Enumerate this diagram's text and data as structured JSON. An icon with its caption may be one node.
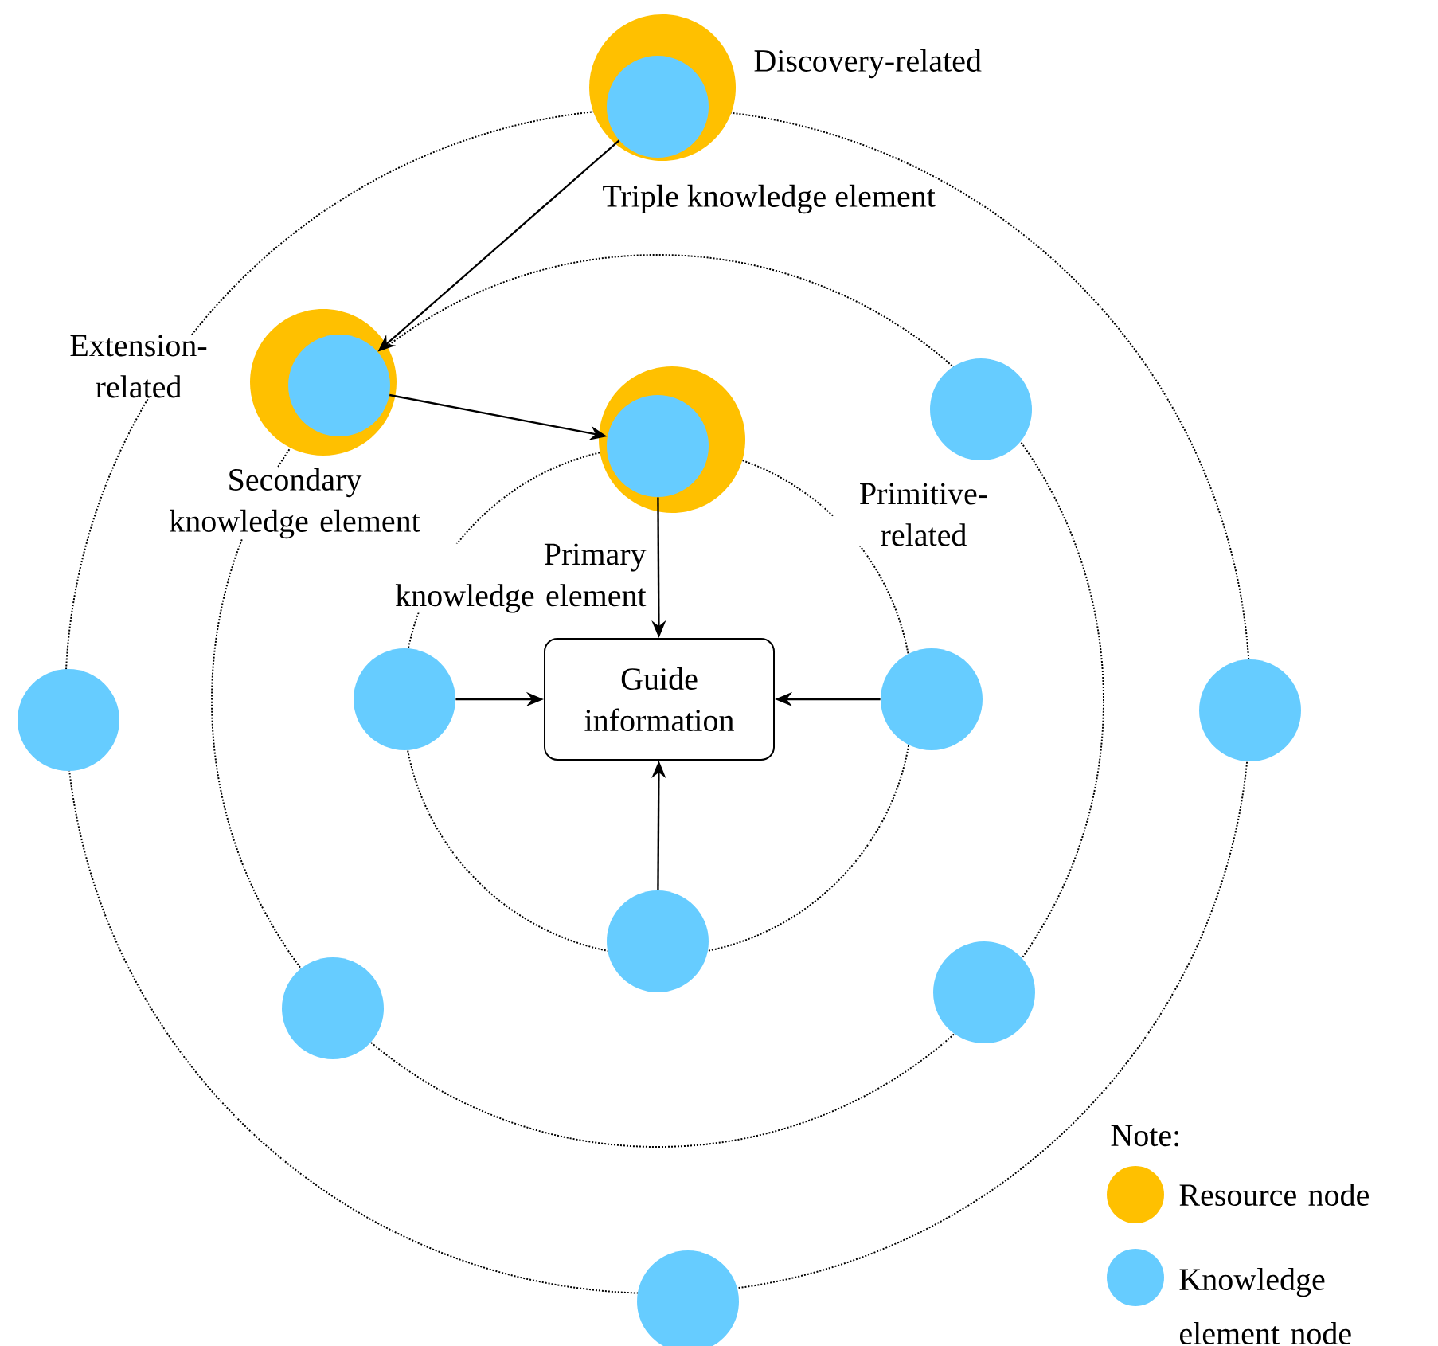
{
  "diagram": {
    "nodes": [
      {
        "text": [],
        "shape": "circle",
        "beside": [
          "Discovery-related",
          "Triple knowledge element"
        ]
      },
      {
        "text": [],
        "shape": "circle",
        "in": 0
      },
      {
        "text": [],
        "shape": "circle",
        "beside": [
          "Extension-related",
          "Secondary knowledge element"
        ]
      },
      {
        "text": [],
        "shape": "circle",
        "in": 2
      },
      {
        "text": [],
        "shape": "circle",
        "beside": [
          "Primary knowledge element"
        ]
      },
      {
        "text": [],
        "shape": "circle",
        "in": 4
      },
      {
        "text": [],
        "shape": "circle"
      },
      {
        "text": [],
        "shape": "circle"
      },
      {
        "text": [],
        "shape": "circle"
      },
      {
        "text": [
          "Guide information"
        ]
      },
      {
        "text": [],
        "shape": "circle"
      },
      {
        "text": [],
        "shape": "circle"
      },
      {
        "text": [],
        "shape": "circle"
      },
      {
        "text": [],
        "shape": "circle"
      },
      {
        "text": [],
        "shape": "circle"
      },
      {
        "text": [],
        "shape": "circle"
      }
    ],
    "edges": [
      {
        "from": 1,
        "to": 3,
        "arrow": "to"
      },
      {
        "from": 3,
        "to": 5,
        "arrow": "to"
      },
      {
        "from": 5,
        "to": 9,
        "arrow": "to"
      },
      {
        "from": 8,
        "to": 9,
        "arrow": "to"
      },
      {
        "from": 10,
        "to": 9,
        "arrow": "to"
      },
      {
        "from": 12,
        "to": 9,
        "arrow": "to"
      }
    ],
    "labels": [
      "Primitive-related",
      "Note:"
    ],
    "legend": [
      {
        "text": "Resource node",
        "color": "#ffc000"
      },
      {
        "text": "Knowledge element node",
        "color": "#66ccff"
      }
    ]
  }
}
